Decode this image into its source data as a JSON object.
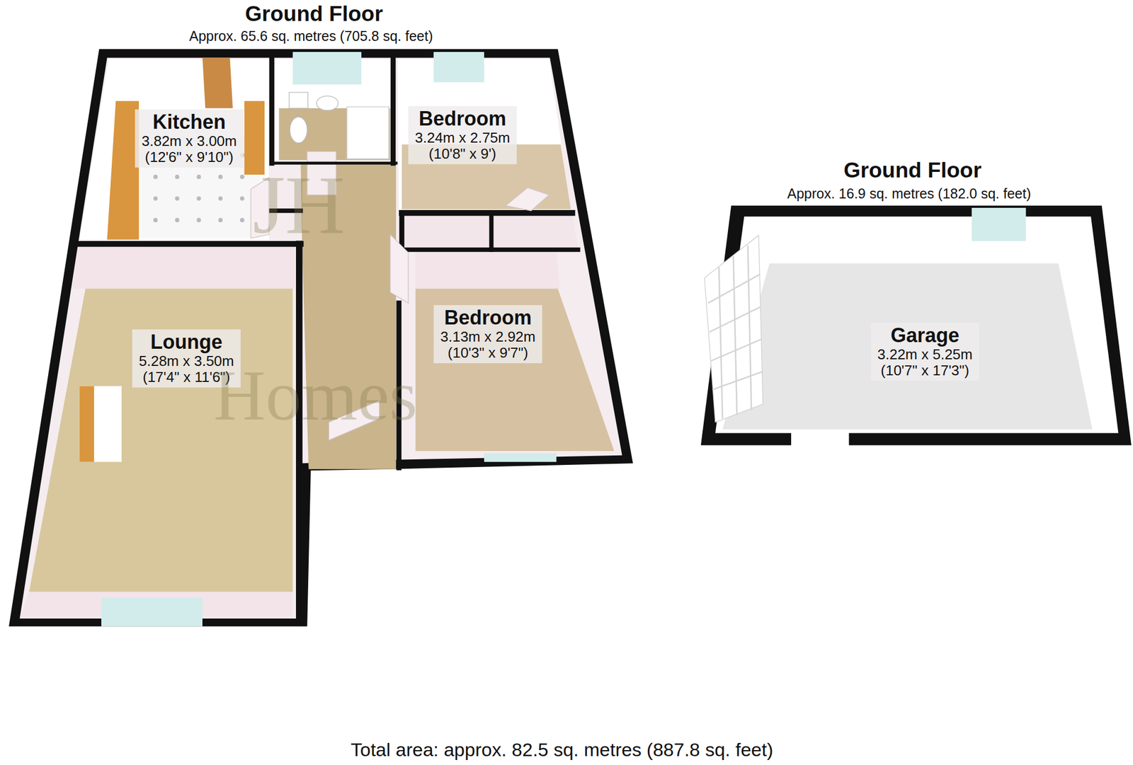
{
  "diagram": {
    "caption": "Total area: approx. 82.5 sq. metres (887.8 sq. feet)",
    "nodes": [
      {
        "text": [
          "Kitchen",
          "3.82m x 3.00m",
          "(12'6\" x 9'10\")"
        ]
      },
      {
        "text": [
          "Bedroom",
          "3.24m x 2.75m",
          "(10'8\" x 9')"
        ]
      },
      {
        "text": [
          "Lounge",
          "5.28m x 3.50m",
          "(17'4\" x 11'6\")"
        ]
      },
      {
        "text": [
          "Bedroom",
          "3.13m x 2.92m",
          "(10'3\" x 9'7\")"
        ]
      },
      {
        "text": [
          "Garage",
          "3.22m x 5.25m",
          "(10'7\" x 17'3\")"
        ]
      }
    ],
    "labels": [
      "Ground Floor",
      "Approx. 65.6 sq. metres (705.8 sq. feet)",
      "Ground Floor",
      "Approx. 16.9 sq. metres (182.0 sq. feet)",
      "JH",
      "Homes"
    ]
  }
}
